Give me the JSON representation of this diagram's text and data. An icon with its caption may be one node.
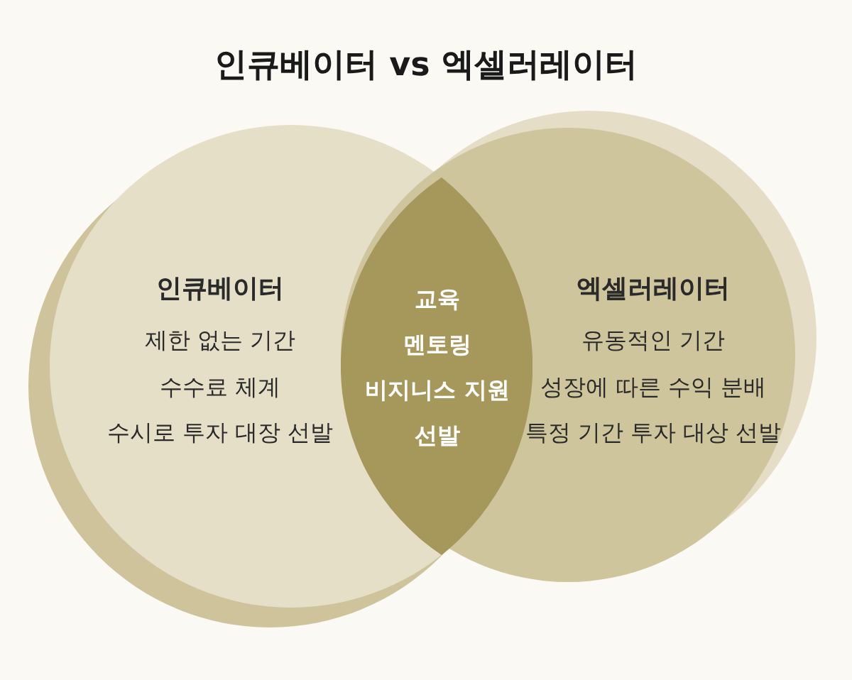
{
  "diagram": {
    "title": "인큐베이터 vs 엑셀러레이터",
    "nodes": [
      {
        "text": [
          "인큐베이터",
          "제한 없는 기간",
          "수수료 체계",
          "수시로 투자 대장 선발"
        ]
      },
      {
        "text": [
          "엑셀러레이터",
          "유동적인 기간",
          "성장에 따른 수익 분배",
          "특정 기간 투자 대상 선발"
        ]
      },
      {
        "text": [
          "교육",
          "멘토링",
          "비지니스 지원",
          "선발"
        ]
      }
    ]
  }
}
